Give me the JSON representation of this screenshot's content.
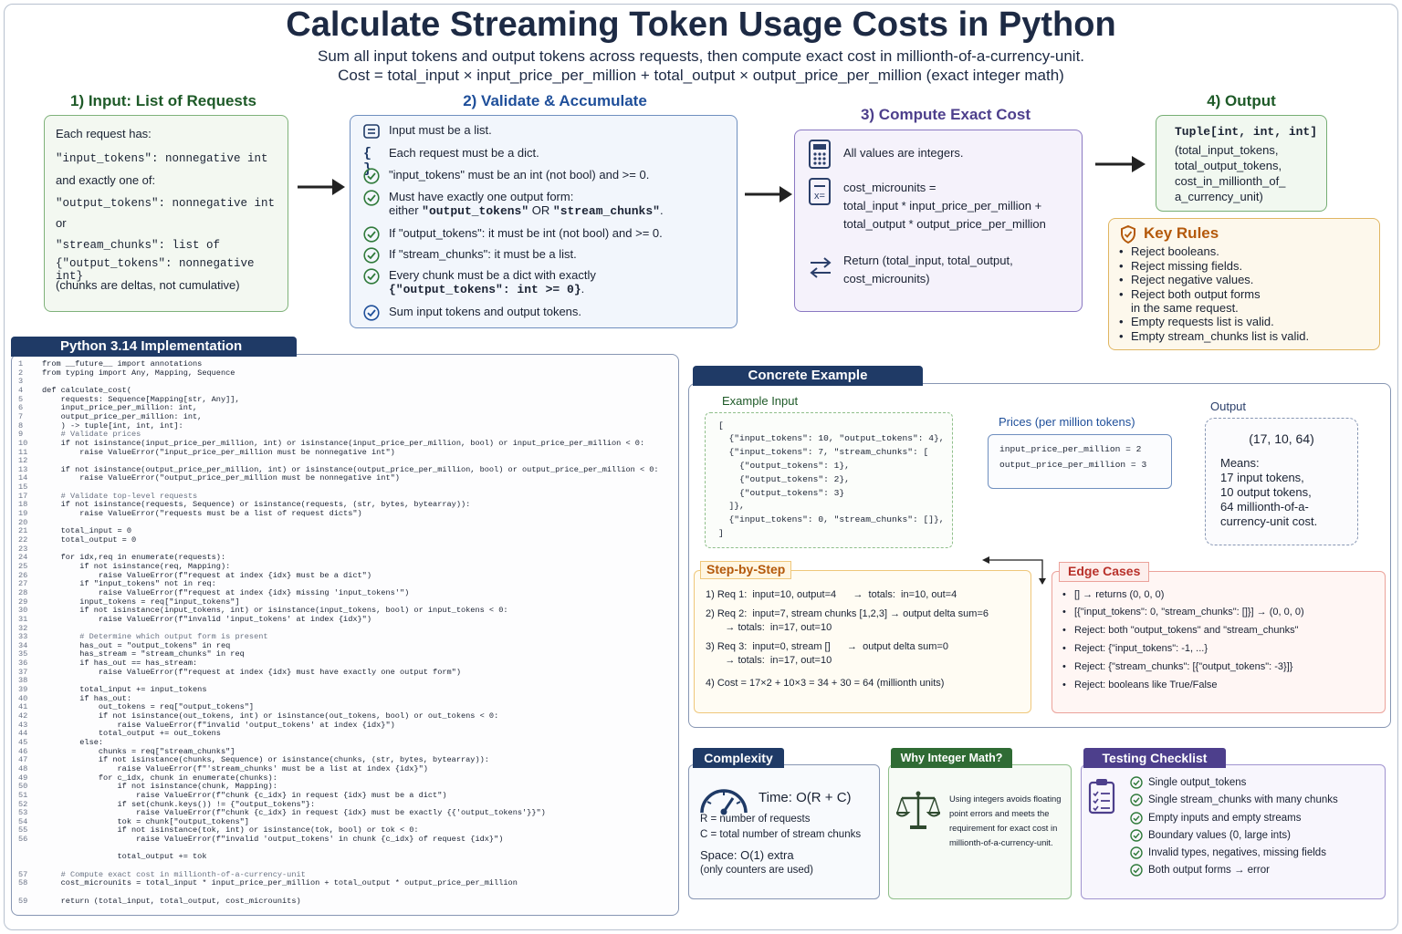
{
  "title": "Calculate Streaming Token Usage Costs in Python",
  "subtitle_lines": [
    "Sum all input tokens and output tokens across requests, then compute exact cost in millionth-of-a-currency-unit.",
    "Cost = total_input × input_price_per_million + total_output × output_price_per_million (exact integer math)"
  ],
  "sections": {
    "input": {
      "heading": "1) Input: List of Requests",
      "lines": [
        "Each request has:",
        "\"input_tokens\": nonnegative int",
        "and exactly one of:",
        "\"output_tokens\": nonnegative int",
        "or",
        "\"stream_chunks\": list of",
        "{\"output_tokens\": nonnegative int}",
        "(chunks are deltas, not cumulative)"
      ]
    },
    "validate": {
      "heading": "2) Validate & Accumulate",
      "rows": [
        {
          "icon": "list-icon",
          "text": "Input must be a list."
        },
        {
          "icon": "braces-icon",
          "text": "Each request must be a dict."
        },
        {
          "icon": "check-icon",
          "text": "\"input_tokens\" must be an int (not bool) and >= 0."
        },
        {
          "icon": "check-icon",
          "text": "Must have exactly one output form:",
          "text2a": "either ",
          "code2a": "\"output_tokens\"",
          "text2b": " OR ",
          "code2b": "\"stream_chunks\"",
          "text2c": "."
        },
        {
          "icon": "check-icon",
          "text": "If \"output_tokens\": it must be int (not bool) and >= 0."
        },
        {
          "icon": "check-icon",
          "text": "If \"stream_chunks\": it must be a list."
        },
        {
          "icon": "check-icon",
          "text": "Every chunk must be a dict with exactly",
          "code2a": "{\"output_tokens\": int >= 0}",
          "text2c": "."
        },
        {
          "icon": "check-circle-icon",
          "text": "Sum input tokens and output tokens."
        }
      ]
    },
    "compute": {
      "heading": "3) Compute Exact Cost",
      "line1": "All values are integers.",
      "formula": [
        "cost_microunits =",
        "total_input * input_price_per_million +",
        "total_output * output_price_per_million"
      ],
      "ret": [
        "Return (total_input, total_output,",
        "cost_microunits)"
      ]
    },
    "output": {
      "heading": "4) Output",
      "type": "Tuple[int, int, int]",
      "lines": [
        "(total_input_tokens,",
        "total_output_tokens,",
        "cost_in_millionth_of_",
        "a_currency_unit)"
      ]
    },
    "rules": {
      "heading": "Key Rules",
      "items": [
        "Reject booleans.",
        "Reject missing fields.",
        "Reject negative values.",
        "Reject both output forms",
        "in the same request.",
        "Empty requests list is valid.",
        "Empty stream_chunks list is valid."
      ]
    }
  },
  "code": {
    "tab": "Python 3.14 Implementation",
    "lines": [
      {
        "n": "1",
        "t": "from __future__ import annotations"
      },
      {
        "n": "2",
        "t": "from typing import Any, Mapping, Sequence"
      },
      {
        "n": "3",
        "t": ""
      },
      {
        "n": "4",
        "t": "def calculate_cost("
      },
      {
        "n": "5",
        "t": "    requests: Sequence[Mapping[str, Any]],"
      },
      {
        "n": "6",
        "t": "    input_price_per_million: int,"
      },
      {
        "n": "7",
        "t": "    output_price_per_million: int,"
      },
      {
        "n": "8",
        "t": "    ) -> tuple[int, int, int]:"
      },
      {
        "n": "9",
        "t": "    # Validate prices"
      },
      {
        "n": "10",
        "t": "    if not isinstance(input_price_per_million, int) or isinstance(input_price_per_million, bool) or input_price_per_million < 0:"
      },
      {
        "n": "11",
        "t": "        raise ValueError(\"input_price_per_million must be nonnegative int\")"
      },
      {
        "n": "12",
        "t": ""
      },
      {
        "n": "13",
        "t": "    if not isinstance(output_price_per_million, int) or isinstance(output_price_per_million, bool) or output_price_per_million < 0:"
      },
      {
        "n": "14",
        "t": "        raise ValueError(\"output_price_per_million must be nonnegative int\")"
      },
      {
        "n": "15",
        "t": ""
      },
      {
        "n": "17",
        "t": "    # Validate top-level requests"
      },
      {
        "n": "18",
        "t": "    if not isinstance(requests, Sequence) or isinstance(requests, (str, bytes, bytearray)):"
      },
      {
        "n": "19",
        "t": "        raise ValueError(\"requests must be a list of request dicts\")"
      },
      {
        "n": "20",
        "t": ""
      },
      {
        "n": "21",
        "t": "    total_input = 0"
      },
      {
        "n": "22",
        "t": "    total_output = 0"
      },
      {
        "n": "23",
        "t": ""
      },
      {
        "n": "24",
        "t": "    for idx,req in enumerate(requests):"
      },
      {
        "n": "25",
        "t": "        if not isinstance(req, Mapping):"
      },
      {
        "n": "26",
        "t": "            raise ValueError(f\"request at index {idx} must be a dict\")"
      },
      {
        "n": "27",
        "t": "        if \"input_tokens\" not in req:"
      },
      {
        "n": "28",
        "t": "            raise ValueError(f\"request at index {idx} missing 'input_tokens'\")"
      },
      {
        "n": "29",
        "t": "        input_tokens = req[\"input_tokens\"]"
      },
      {
        "n": "30",
        "t": "        if not isinstance(input_tokens, int) or isinstance(input_tokens, bool) or input_tokens < 0:"
      },
      {
        "n": "31",
        "t": "            raise ValueError(f\"invalid 'input_tokens' at index {idx}\")"
      },
      {
        "n": "32",
        "t": ""
      },
      {
        "n": "33",
        "t": "        # Determine which output form is present"
      },
      {
        "n": "34",
        "t": "        has_out = \"output_tokens\" in req"
      },
      {
        "n": "35",
        "t": "        has_stream = \"stream_chunks\" in req"
      },
      {
        "n": "36",
        "t": "        if has_out == has_stream:"
      },
      {
        "n": "37",
        "t": "            raise ValueError(f\"request at index {idx} must have exactly one output form\")"
      },
      {
        "n": "38",
        "t": ""
      },
      {
        "n": "39",
        "t": "        total_input += input_tokens"
      },
      {
        "n": "40",
        "t": "        if has_out:"
      },
      {
        "n": "41",
        "t": "            out_tokens = req[\"output_tokens\"]"
      },
      {
        "n": "42",
        "t": "            if not isinstance(out_tokens, int) or isinstance(out_tokens, bool) or out_tokens < 0:"
      },
      {
        "n": "43",
        "t": "                raise ValueError(f\"invalid 'output_tokens' at index {idx}\")"
      },
      {
        "n": "44",
        "t": "            total_output += out_tokens"
      },
      {
        "n": "45",
        "t": "        else:"
      },
      {
        "n": "46",
        "t": "            chunks = req[\"stream_chunks\"]"
      },
      {
        "n": "47",
        "t": "            if not isinstance(chunks, Sequence) or isinstance(chunks, (str, bytes, bytearray)):"
      },
      {
        "n": "48",
        "t": "                raise ValueError(f\"'stream_chunks' must be a list at index {idx}\")"
      },
      {
        "n": "49",
        "t": "            for c_idx, chunk in enumerate(chunks):"
      },
      {
        "n": "50",
        "t": "                if not isinstance(chunk, Mapping):"
      },
      {
        "n": "51",
        "t": "                    raise ValueError(f\"chunk {c_idx} in request {idx} must be a dict\")"
      },
      {
        "n": "52",
        "t": "                if set(chunk.keys()) != {\"output_tokens\"}:"
      },
      {
        "n": "53",
        "t": "                    raise ValueError(f\"chunk {c_idx} in request {idx} must be exactly {{'output_tokens'}}\")"
      },
      {
        "n": "54",
        "t": "                tok = chunk[\"output_tokens\"]"
      },
      {
        "n": "55",
        "t": "                if not isinstance(tok, int) or isinstance(tok, bool) or tok < 0:"
      },
      {
        "n": "56",
        "t": "                    raise ValueError(f\"invalid 'output_tokens' in chunk {c_idx} of request {idx}\")"
      },
      {
        "n": "",
        "t": ""
      },
      {
        "n": "",
        "t": "                total_output += tok"
      },
      {
        "n": "",
        "t": ""
      },
      {
        "n": "57",
        "t": "    # Compute exact cost in millionth-of-a-currency-unit"
      },
      {
        "n": "58",
        "t": "    cost_microunits = total_input * input_price_per_million + total_output * output_price_per_million"
      },
      {
        "n": "",
        "t": ""
      },
      {
        "n": "59",
        "t": "    return (total_input, total_output, cost_microunits)"
      }
    ]
  },
  "example": {
    "tab": "Concrete Example",
    "input_heading": "Example Input",
    "input_lines": [
      "[",
      "  {\"input_tokens\": 10, \"output_tokens\": 4},",
      "  {\"input_tokens\": 7, \"stream_chunks\": [",
      "    {\"output_tokens\": 1},",
      "    {\"output_tokens\": 2},",
      "    {\"output_tokens\": 3}",
      "  ]},",
      "  {\"input_tokens\": 0, \"stream_chunks\": []},",
      "]"
    ],
    "prices_heading": "Prices (per million tokens)",
    "prices": [
      "input_price_per_million = 2",
      "output_price_per_million = 3"
    ],
    "output_heading": "Output",
    "output_value": "(17, 10, 64)",
    "output_means": [
      "Means:",
      "17 input tokens,",
      "10 output tokens,",
      "64 millionth-of-a-",
      "currency-unit cost."
    ],
    "steps_heading": "Step-by-Step",
    "steps": [
      "1) Req 1:  input=10, output=4      →  totals:  in=10, out=4",
      "2) Req 2:  input=7, stream chunks [1,2,3] → output delta sum=6",
      "       → totals:  in=17, out=10",
      "3) Req 3:  input=0, stream []      →  output delta sum=0",
      "       → totals:  in=17, out=10",
      "4) Cost = 17×2 + 10×3 = 34 + 30 = 64 (millionth units)"
    ],
    "edge_heading": "Edge Cases",
    "edges": [
      "[] → returns (0, 0, 0)",
      "[{\"input_tokens\": 0, \"stream_chunks\": []}] → (0, 0, 0)",
      "Reject: both \"output_tokens\" and \"stream_chunks\"",
      "Reject: {\"input_tokens\": -1, ...}",
      "Reject: {\"stream_chunks\": [{\"output_tokens\": -3}]}",
      "Reject: booleans like True/False"
    ]
  },
  "complexity": {
    "tab": "Complexity",
    "time": "Time:  O(R + C)",
    "lines": [
      "R = number of requests",
      "C = total number of stream chunks"
    ],
    "space": "Space:  O(1) extra",
    "space_note": "(only counters are used)"
  },
  "why": {
    "tab": "Why Integer Math?",
    "lines": [
      "Using integers avoids floating",
      "point errors and meets the",
      "requirement for exact cost in",
      "millionth-of-a-currency-unit."
    ]
  },
  "testing": {
    "tab": "Testing Checklist",
    "items": [
      "Single output_tokens",
      "Single stream_chunks with many chunks",
      "Empty inputs and empty streams",
      "Boundary values (0, large ints)",
      "Invalid types, negatives, missing fields",
      "Both output forms → error"
    ]
  },
  "colors": {
    "navy": "#1f3a66",
    "green": "#2f6b34",
    "purple": "#4d3f8c",
    "orange": "#b4590b",
    "red": "#b8302a"
  }
}
